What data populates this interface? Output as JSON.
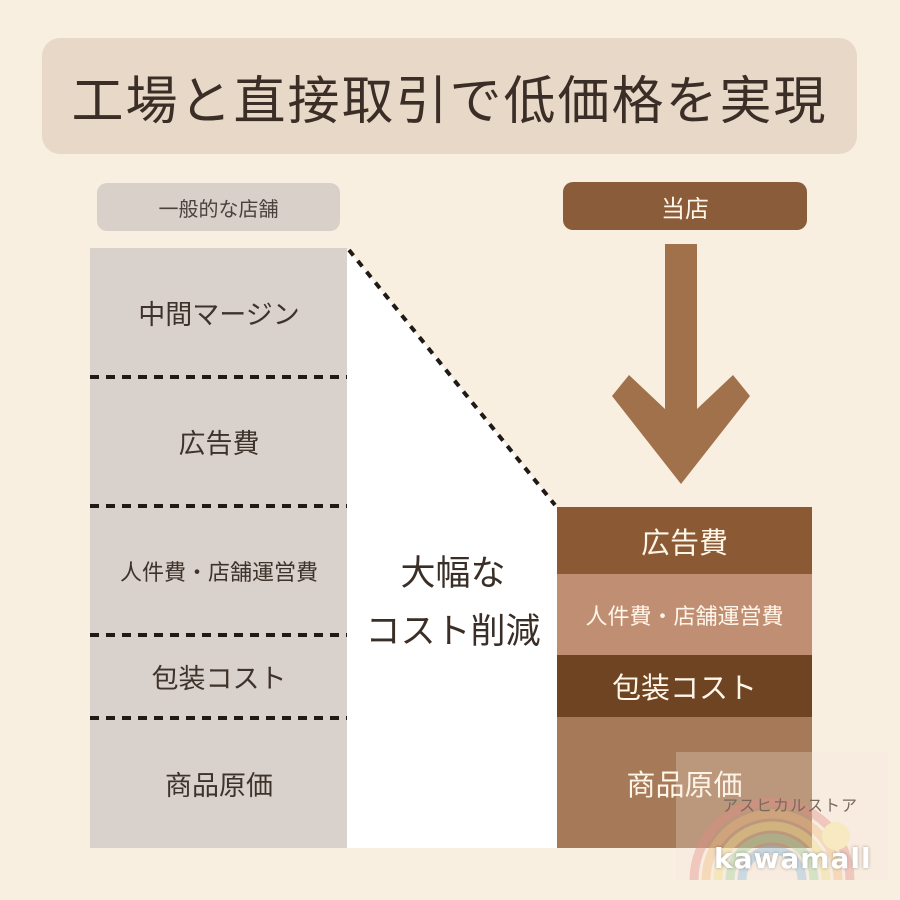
{
  "title": "工場と直接取引で低価格を実現",
  "general_store": {
    "label": "一般的な店舗",
    "items": [
      "中間マージン",
      "広告費",
      "人件費・店舗運営費",
      "包装コスト",
      "商品原価"
    ]
  },
  "our_store": {
    "label": "当店",
    "items": [
      "広告費",
      "人件費・店舗運営費",
      "包装コスト",
      "商品原価"
    ]
  },
  "reduction_text": {
    "line1": "大幅な",
    "line2": "コスト削減"
  },
  "watermark": {
    "label": "アスヒカルストア",
    "text": "kawamall"
  },
  "colors": {
    "background": "#f9efe1",
    "general_stack": "#d9d2cc",
    "our_label": "#8a5c3a",
    "arrow": "#a0714a",
    "ad_cost": "#8b5a35",
    "labor_cost": "#c08f73",
    "packaging_cost": "#6e4422",
    "product_cost": "#a67a58"
  }
}
